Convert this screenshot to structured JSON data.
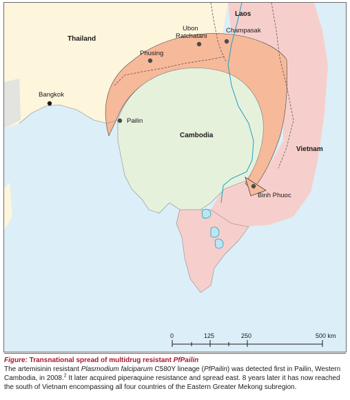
{
  "map": {
    "countries": {
      "thailand": "Thailand",
      "laos": "Laos",
      "cambodia": "Cambodia",
      "vietnam": "Vietnam"
    },
    "cities": {
      "ubon_line1": "Ubon",
      "ubon_line2": "Ratchatani",
      "champasak": "Champasak",
      "phusing": "Phusing",
      "bangkok": "Bangkok",
      "pailin": "Pailin",
      "binh_phuoc": "Binh Phuoc"
    },
    "scale": {
      "ticks": [
        "0",
        "125",
        "250",
        "500 km"
      ]
    },
    "colors": {
      "sea": "#dceef7",
      "thailand_land": "#fdf5dc",
      "cambodia_land": "#e6f1dc",
      "spread_zone": "#f6b99a",
      "vietnam_pink": "#f6cfcc",
      "border_dash": "#555555",
      "river": "#1ba0c0"
    }
  },
  "caption": {
    "title_head": "Figure:",
    "title_rest": " Transnational spread of multidrug resistant ",
    "title_ital": "PfPailin",
    "body_1": "The artemisinin resistant ",
    "body_ital_1": "Plasmodium falciparum",
    "body_2": " C580Y lineage (",
    "body_ital_2": "PfPailin",
    "body_3": ") was detected first in Pailin, Western Cambodia, in 2008.",
    "body_sup": "2",
    "body_4": " It later acquired piperaquine resistance and spread east. 8 years later it has now reached the south of Vietnam encompassing all four countries of the Eastern Greater Mekong subregion."
  }
}
